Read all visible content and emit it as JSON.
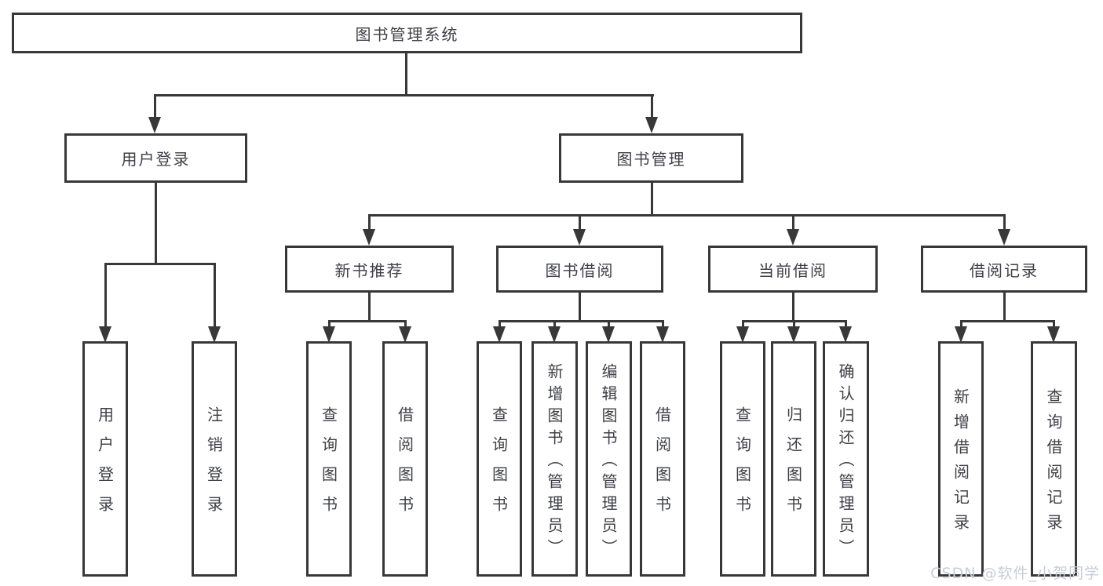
{
  "nodes": {
    "root": "图书管理系统",
    "user_login": "用户登录",
    "book_management": "图书管理",
    "new_book_recommend": "新书推荐",
    "book_borrow": "图书借阅",
    "current_borrow": "当前借阅",
    "borrow_records": "借阅记录",
    "leaf_user_login": "用户登录",
    "leaf_logout": "注销登录",
    "nb_query_books": "查询图书",
    "nb_borrow_books": "借阅图书",
    "bb_query_books": "查询图书",
    "bb_add_books": "新增图书（管理员）",
    "bb_edit_books": "编辑图书（管理员）",
    "bb_borrow_books": "借阅图书",
    "cb_query_books": "查询图书",
    "cb_return_books": "归还图书",
    "cb_confirm_return": "确认归还（管理员）",
    "br_add_record": "新增借阅记录",
    "br_query_record": "查询借阅记录"
  },
  "watermark": "CSDN @软件_小贺同学",
  "colors": {
    "line": "#383838",
    "text": "#3e4045",
    "background": "#ffffff",
    "watermark": "#c9cdd6"
  }
}
